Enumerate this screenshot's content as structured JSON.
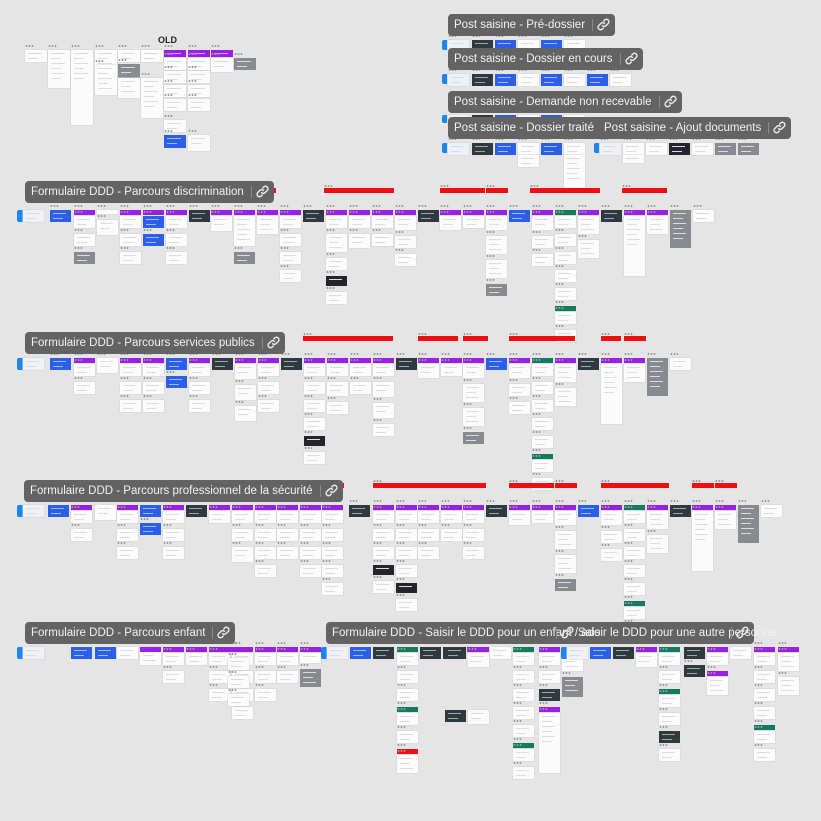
{
  "app": "Figma board overview",
  "old_section": {
    "title": "OLD"
  },
  "flow_labels": [
    {
      "id": "pre-dossier",
      "text": "Post saisine - Pré-dossier"
    },
    {
      "id": "dossier-en-cours",
      "text": "Post saisine - Dossier en cours"
    },
    {
      "id": "demande-non-recevable",
      "text": "Post saisine - Demande non recevable"
    },
    {
      "id": "dossier-traite",
      "text": "Post saisine - Dossier traité"
    },
    {
      "id": "ajout-documents",
      "text": "Post saisine - Ajout documents"
    },
    {
      "id": "parcours-discrimination",
      "text": "Formulaire DDD - Parcours discrimination"
    },
    {
      "id": "parcours-services-publics",
      "text": "Formulaire DDD - Parcours services publics"
    },
    {
      "id": "parcours-securite",
      "text": "Formulaire DDD - Parcours professionnel de la sécurité"
    },
    {
      "id": "parcours-enfant",
      "text": "Formulaire DDD - Parcours enfant"
    },
    {
      "id": "saisir-enfant-ado",
      "text": "Formulaire DDD - Saisir le DDD pour un enfant / ado"
    },
    {
      "id": "saisir-autre-personne",
      "text": "Saisir le DDD pour une autre personne"
    }
  ],
  "icons": {
    "link": "link-icon"
  },
  "palette": {
    "canvas": "#e5e5e5",
    "label_bg": "#636363",
    "screen_blue": "#2b5fe8",
    "screen_dark": "#2f3a40",
    "section_purple": "#9a1fe6",
    "section_red": "#ef0f10",
    "section_green": "#137a61",
    "start_marker": "#1b86f0"
  }
}
